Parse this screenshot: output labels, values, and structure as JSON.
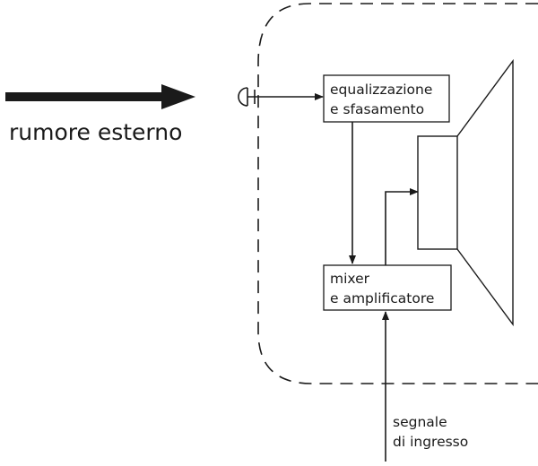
{
  "labels": {
    "external_noise": "rumore esterno",
    "input_signal_line1": "segnale",
    "input_signal_line2": "di ingresso"
  },
  "blocks": {
    "eq_line1": "equalizzazione",
    "eq_line2": "e sfasamento",
    "mixer_line1": "mixer",
    "mixer_line2": "e amplificatore"
  }
}
